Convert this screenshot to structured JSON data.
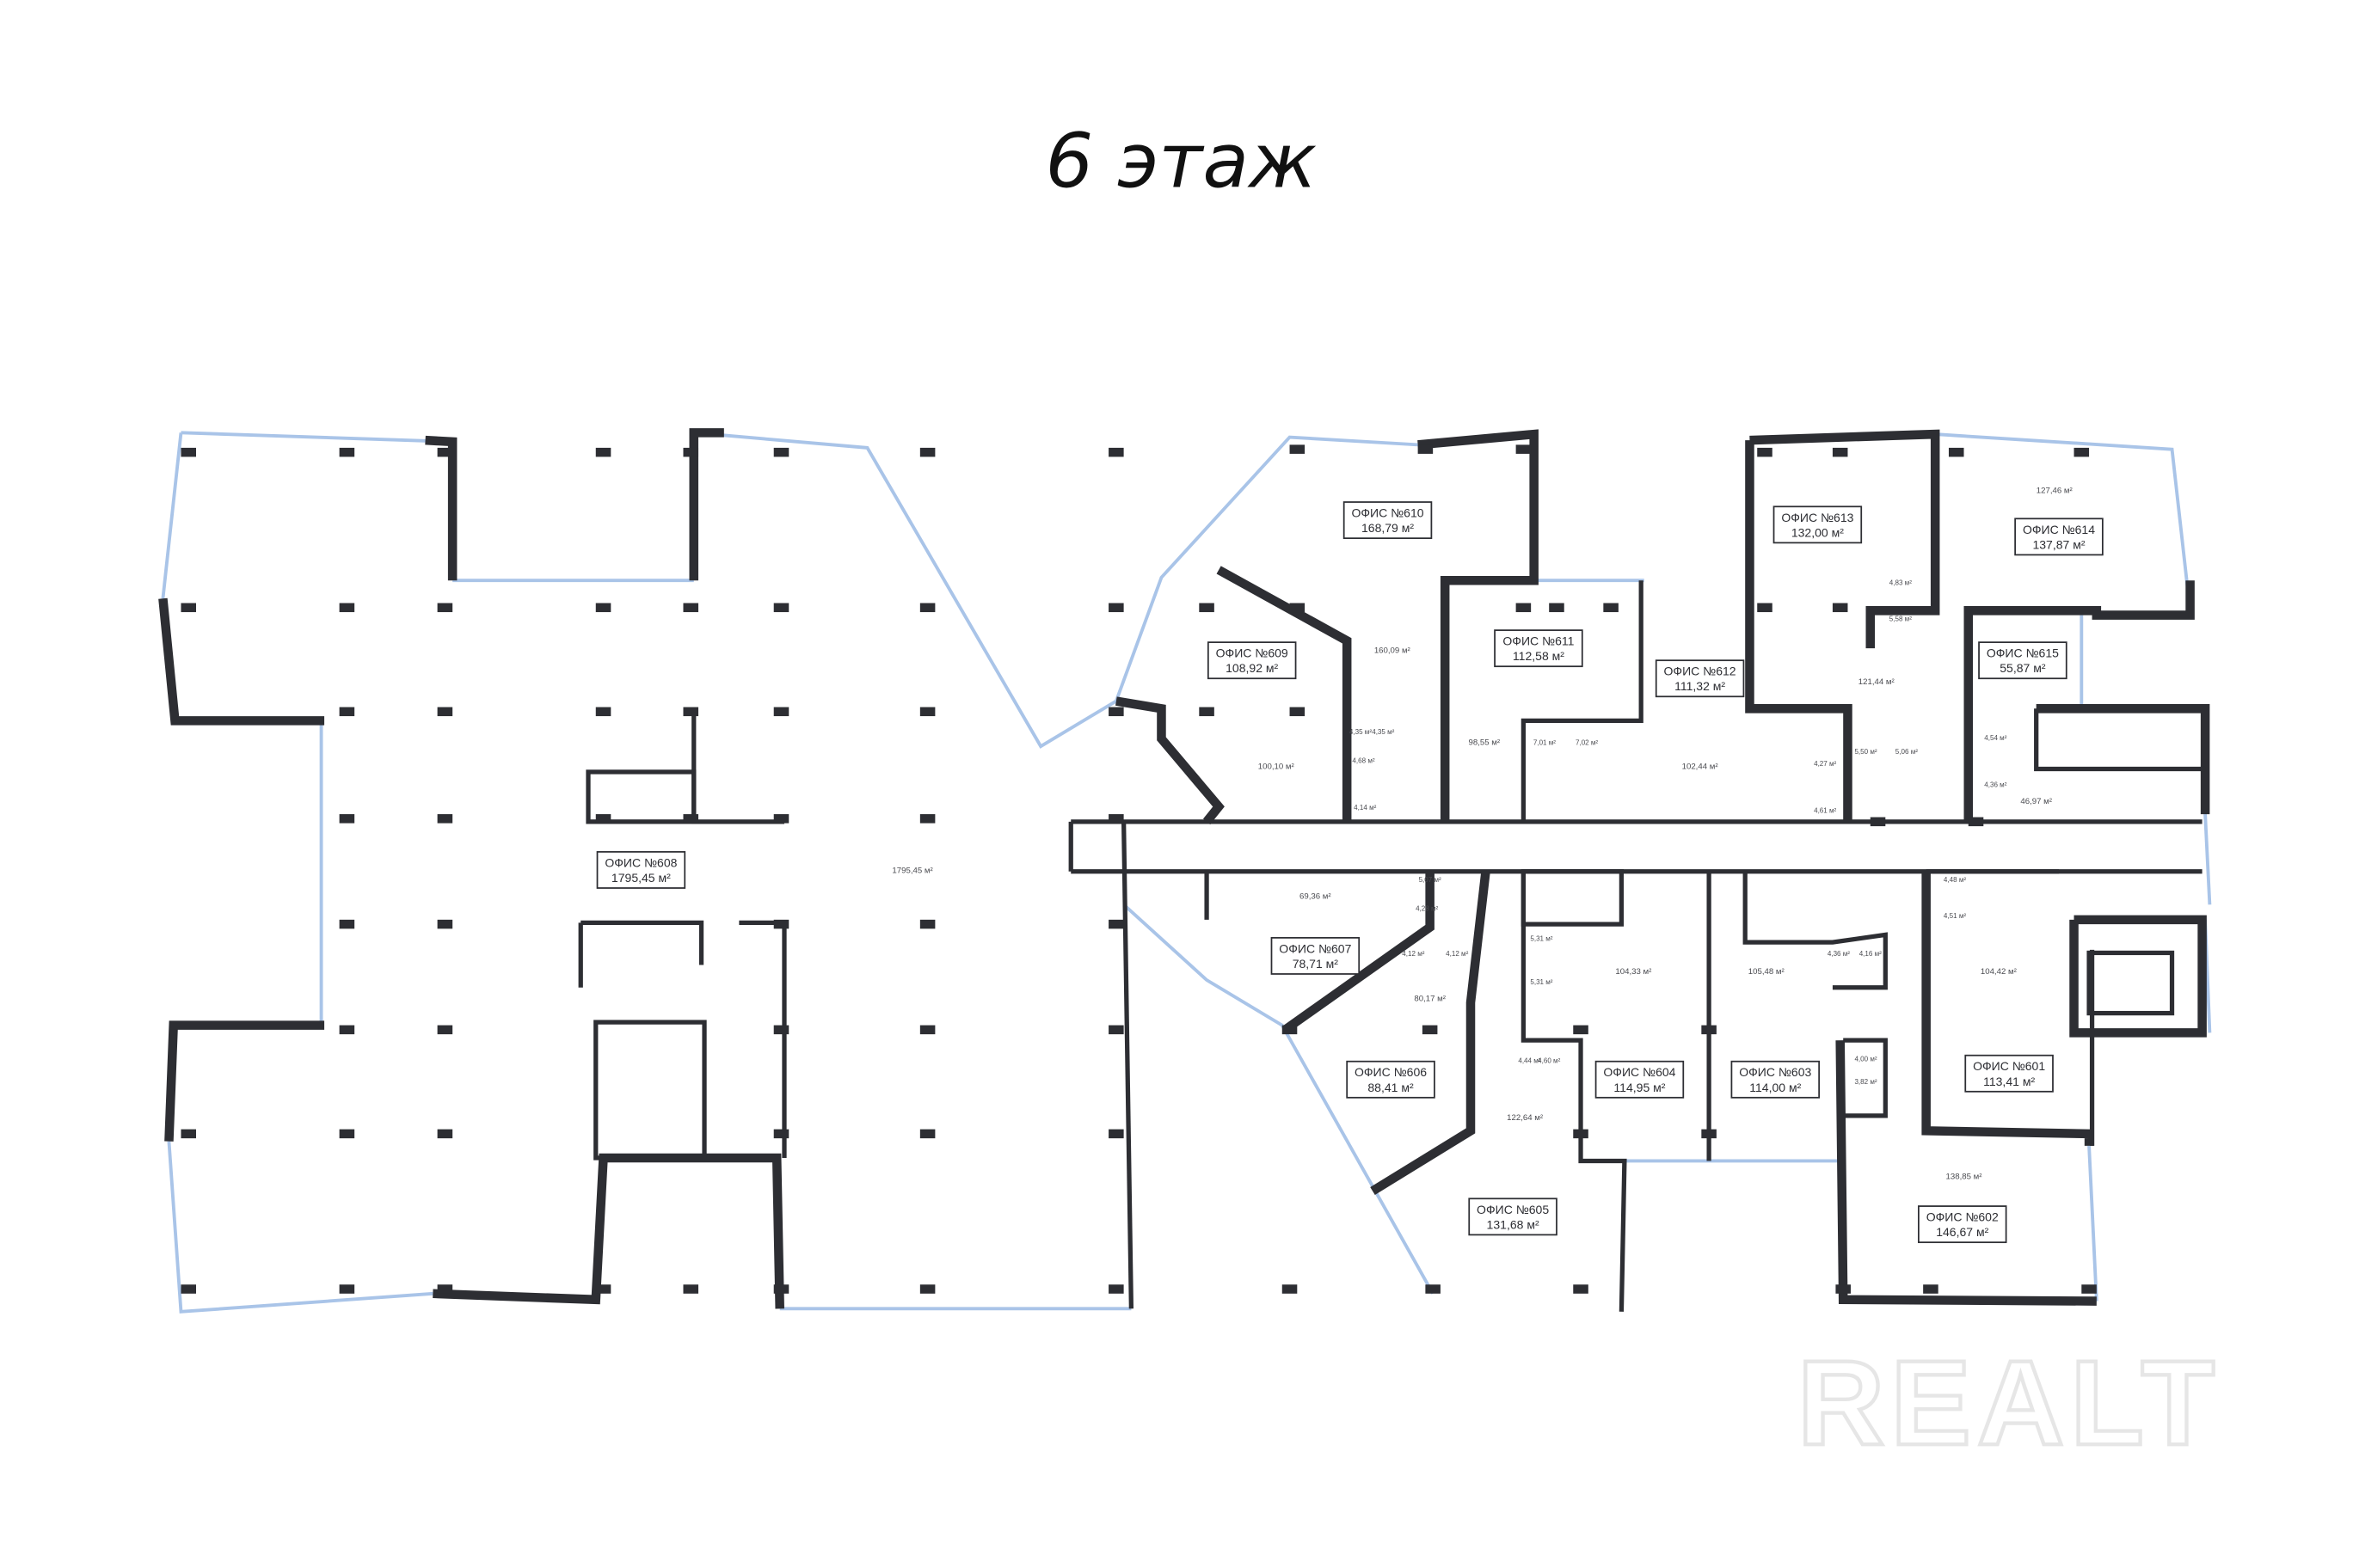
{
  "title": "6 этаж",
  "watermark": "REALT",
  "offices": [
    {
      "name": "ОФИС №608",
      "area": "1795,45 м²"
    },
    {
      "name": "ОФИС №610",
      "area": "168,79 м²"
    },
    {
      "name": "ОФИС №609",
      "area": "108,92 м²"
    },
    {
      "name": "ОФИС №611",
      "area": "112,58 м²"
    },
    {
      "name": "ОФИС №612",
      "area": "111,32 м²"
    },
    {
      "name": "ОФИС №613",
      "area": "132,00 м²"
    },
    {
      "name": "ОФИС №614",
      "area": "137,87 м²"
    },
    {
      "name": "ОФИС №615",
      "area": "55,87 м²"
    },
    {
      "name": "ОФИС №607",
      "area": "78,71 м²"
    },
    {
      "name": "ОФИС №606",
      "area": "88,41 м²"
    },
    {
      "name": "ОФИС №605",
      "area": "131,68 м²"
    },
    {
      "name": "ОФИС №604",
      "area": "114,95 м²"
    },
    {
      "name": "ОФИС №603",
      "area": "114,00 м²"
    },
    {
      "name": "ОФИС №601",
      "area": "113,41 м²"
    },
    {
      "name": "ОФИС №602",
      "area": "146,67 м²"
    }
  ],
  "room_areas": [
    "1795,45 м²",
    "160,09 м²",
    "100,10 м²",
    "98,55 м²",
    "102,44 м²",
    "127,46 м²",
    "121,44 м²",
    "46,97 м²",
    "69,36 м²",
    "80,17 м²",
    "104,33 м²",
    "105,48 м²",
    "104,42 м²",
    "122,64 м²",
    "138,85 м²"
  ],
  "small_areas": [
    "4,35 м²",
    "4,35 м²",
    "4,68 м²",
    "4,14 м²",
    "7,01 м²",
    "7,02 м²",
    "4,83 м²",
    "5,58 м²",
    "5,50 м²",
    "5,06 м²",
    "4,27 м²",
    "4,61 м²",
    "4,54 м²",
    "4,36 м²",
    "5,07 м²",
    "4,28 м²",
    "4,12 м²",
    "4,12 м²",
    "5,31 м²",
    "5,31 м²",
    "4,44 м²",
    "4,60 м²",
    "4,36 м²",
    "4,16 м²",
    "4,00 м²",
    "3,82 м²",
    "4,48 м²",
    "4,51 м²"
  ]
}
